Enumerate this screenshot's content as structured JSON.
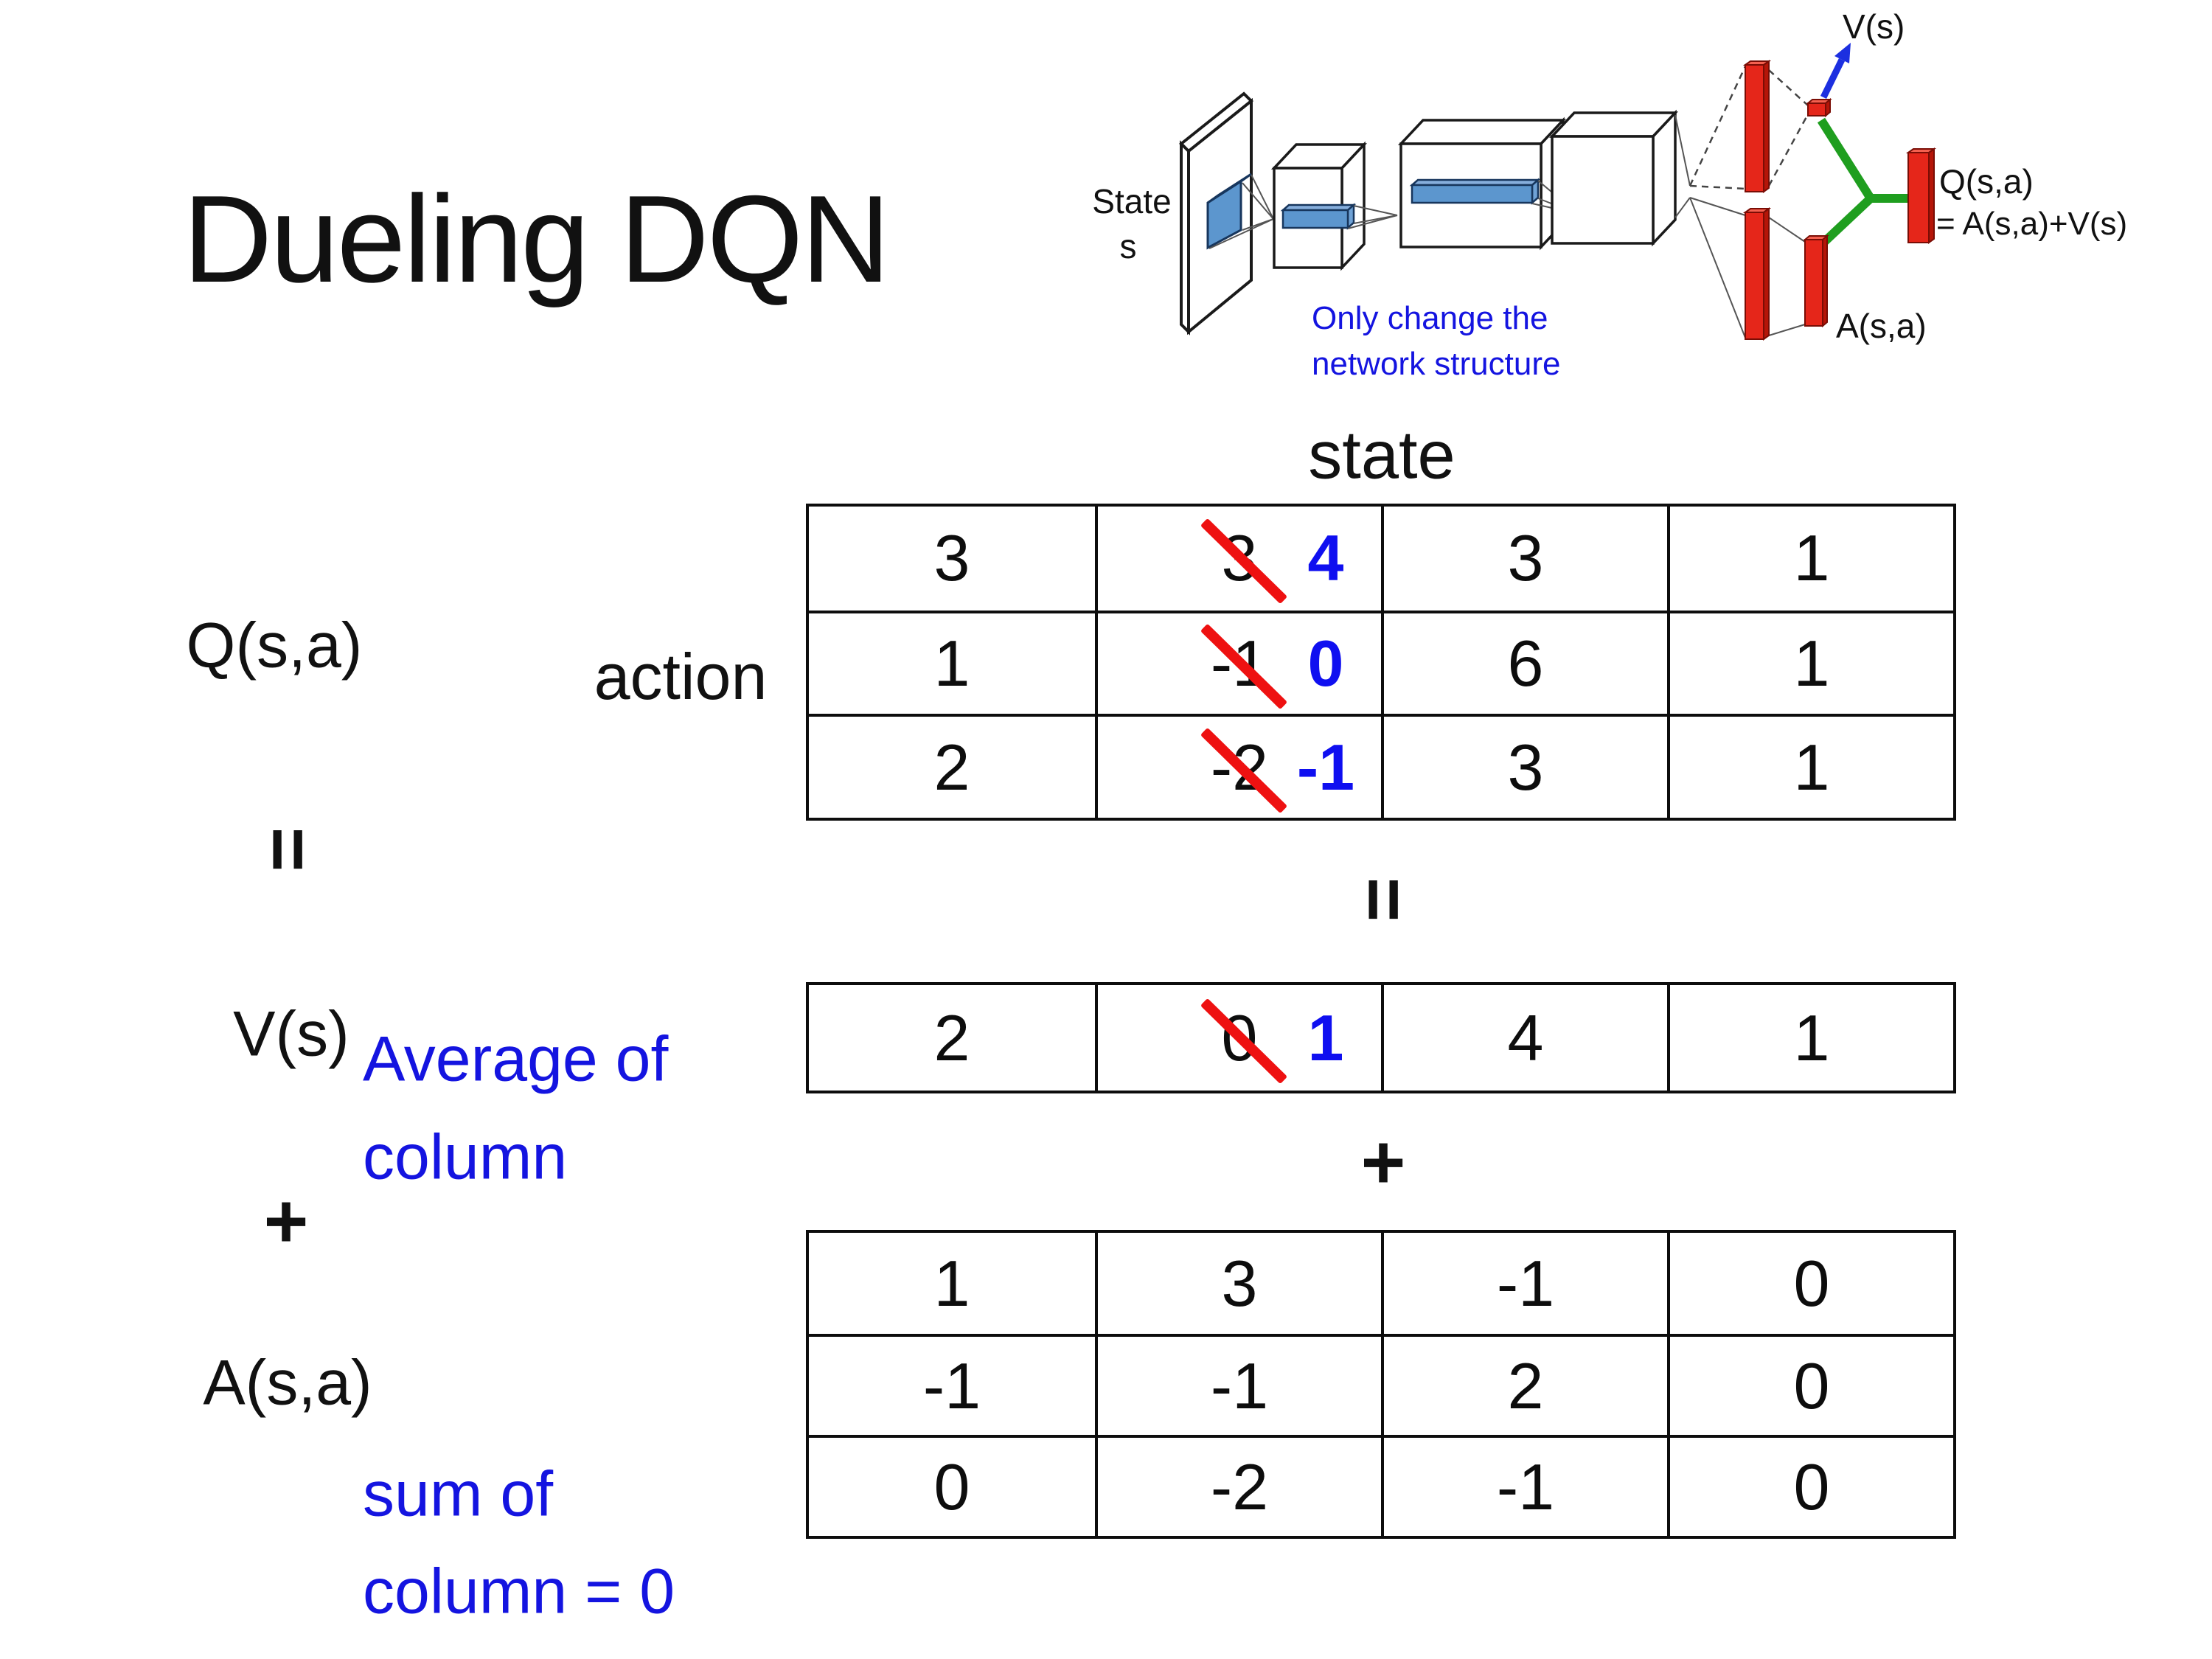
{
  "title": "Dueling DQN",
  "diagram": {
    "state_line1": "State",
    "state_line2": "s",
    "note_line1": "Only change the",
    "note_line2": "network structure",
    "v_out_label": "V(s)",
    "a_out_label": "A(s,a)",
    "q_out_label_line1": "Q(s,a)",
    "q_out_label_line2": "= A(s,a)+V(s)"
  },
  "labels": {
    "q": "Q(s,a)",
    "equals": "=",
    "v": "V(s)",
    "plus": "+",
    "a": "A(s,a)",
    "action": "action",
    "state": "state",
    "avg_line1": "Average of",
    "avg_line2": "column",
    "sum_line1": "sum of",
    "sum_line2": "column = 0"
  },
  "q_table": {
    "rows": [
      [
        {
          "v": "3"
        },
        {
          "old": "3",
          "new": "4"
        },
        {
          "v": "3"
        },
        {
          "v": "1"
        }
      ],
      [
        {
          "v": "1"
        },
        {
          "old": "-1",
          "new": "0"
        },
        {
          "v": "6"
        },
        {
          "v": "1"
        }
      ],
      [
        {
          "v": "2"
        },
        {
          "old": "-2",
          "new": "-1"
        },
        {
          "v": "3"
        },
        {
          "v": "1"
        }
      ]
    ]
  },
  "v_table": {
    "rows": [
      [
        {
          "v": "2"
        },
        {
          "old": "0",
          "new": "1"
        },
        {
          "v": "4"
        },
        {
          "v": "1"
        }
      ]
    ]
  },
  "a_table": {
    "rows": [
      [
        {
          "v": "1"
        },
        {
          "v": "3"
        },
        {
          "v": "-1"
        },
        {
          "v": "0"
        }
      ],
      [
        {
          "v": "-1"
        },
        {
          "v": "-1"
        },
        {
          "v": "2"
        },
        {
          "v": "0"
        }
      ],
      [
        {
          "v": "0"
        },
        {
          "v": "-2"
        },
        {
          "v": "-1"
        },
        {
          "v": "0"
        }
      ]
    ]
  },
  "colors": {
    "accent_blue": "#1414e0",
    "number_blue": "#0f0ff0",
    "strike_red": "#ee1111",
    "bar_red": "#e5261a",
    "green": "#1f9e1f",
    "conv_blue": "#5c96ce",
    "conv_blue_light": "#86aedc"
  }
}
